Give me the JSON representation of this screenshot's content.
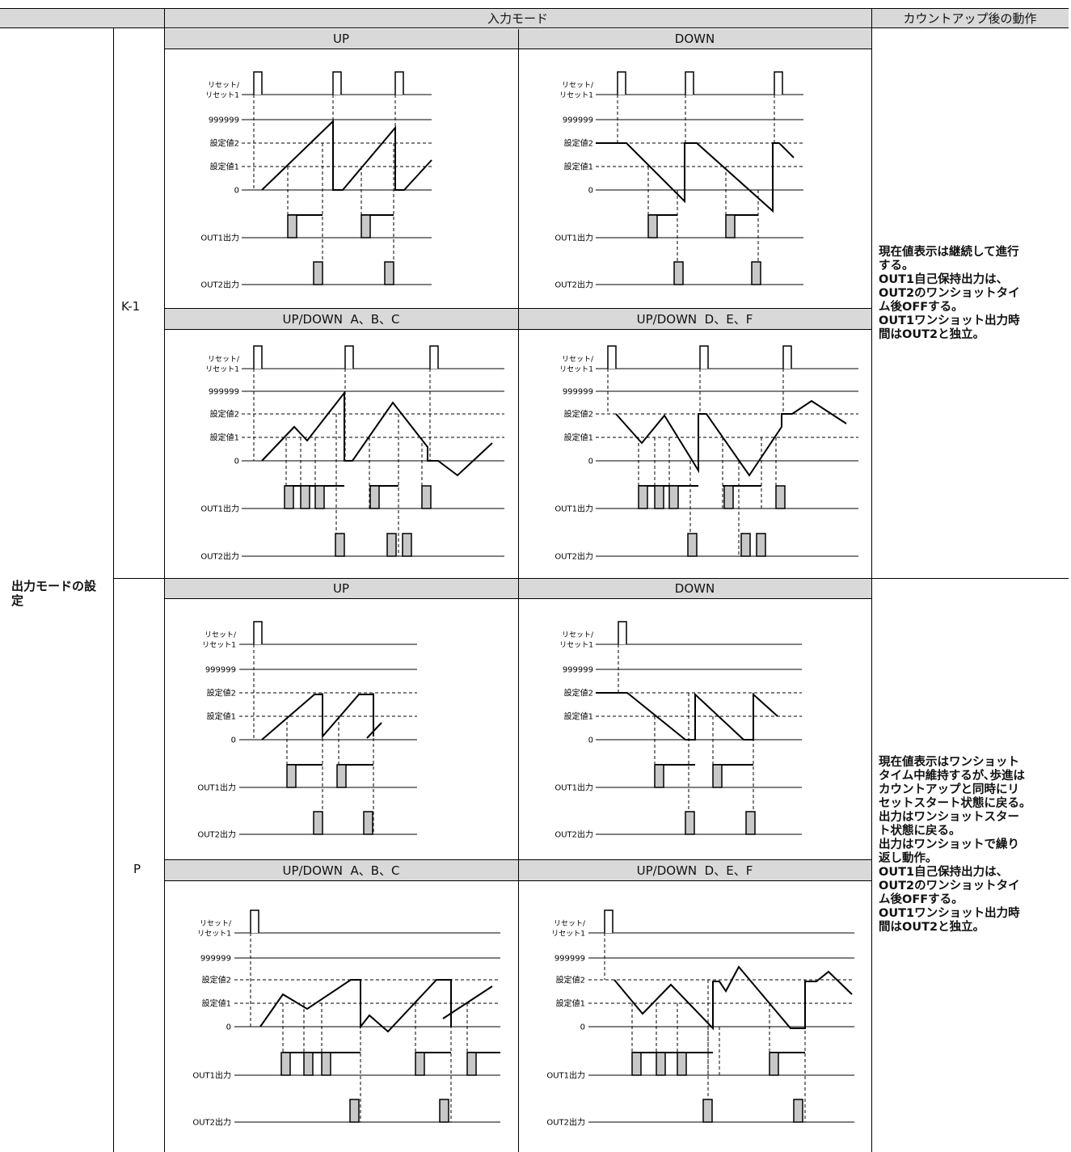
{
  "header": {
    "input_mode": "入力モード",
    "after_countup": "カウントアップ後の動作"
  },
  "rows": {
    "label": "出力モードの設定",
    "k1": "K-1",
    "p": "P"
  },
  "panel_titles": {
    "k1_up": "UP",
    "k1_down": "DOWN",
    "k1_updown_abc": "UP/DOWN  A、B、C",
    "k1_updown_def": "UP/DOWN  D、E、F",
    "p_up": "UP",
    "p_down": "DOWN",
    "p_updown_abc": "UP/DOWN  A、B、C",
    "p_updown_def": "UP/DOWN  D、E、F"
  },
  "signal_labels": [
    "リセット/",
    "リセット1",
    "999999",
    "設定値2",
    "設定値1",
    "0",
    "OUT1出力",
    "OUT2出力"
  ],
  "notes": {
    "k1": [
      "現在値表示は継続して進行",
      "する。",
      "OUT1自己保持出力は、",
      "OUT2のワンショットタイ",
      "ム後OFFする。",
      "OUT1ワンショット出力時",
      "間はOUT2と独立。"
    ],
    "p": [
      "現在値表示はワンショット",
      "タイム中維持するが､歩進は",
      "カウントアップと同時にリ",
      "セットスタート状態に戻る。",
      "出力はワンショットスター",
      "ト状態に戻る。",
      "出力はワンショットで繰り",
      "返し動作。",
      "OUT1自己保持出力は、",
      "OUT2のワンショットタイ",
      "ム後OFFする。",
      "OUT1ワンショット出力時",
      "間はOUT2と独立。"
    ]
  }
}
